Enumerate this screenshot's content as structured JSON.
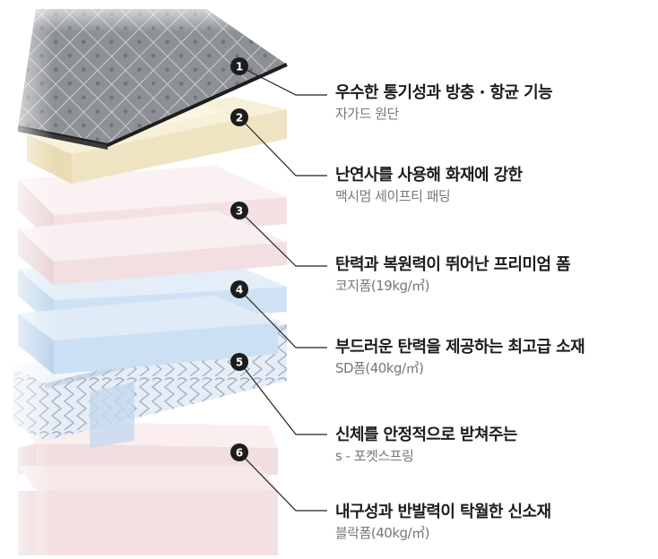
{
  "layers": [
    {
      "number": "1",
      "title": "우수한 통기성과 방충 · 항균 기능",
      "subtitle": "자가드 원단"
    },
    {
      "number": "2",
      "title": "난연사를 사용해 화재에 강한",
      "subtitle": "맥시멈 세이프티 패딩"
    },
    {
      "number": "3",
      "title": "탄력과 복원력이 뛰어난 프리미엄 폼",
      "subtitle": "코지폼(19kg/㎥)"
    },
    {
      "number": "4",
      "title": "부드러운 탄력을 제공하는 최고급 소재",
      "subtitle": "SD폼(40kg/㎥)"
    },
    {
      "number": "5",
      "title": "신체를 안정적으로 받쳐주는",
      "subtitle": "s - 포켓스프링"
    },
    {
      "number": "6",
      "title": "내구성과 반발력이 탁월한 신소재",
      "subtitle": "블락폼(40kg/㎥)"
    }
  ],
  "colors": {
    "jacquard": "#8a8d92",
    "jacquard_edge": "#2a2a2a",
    "padding": "#f6efd6",
    "cozy_foam": "#f4e6e8",
    "sd_foam": "#dbe9f6",
    "spring": "#eef2f8",
    "block_foam": "#f3e2e3",
    "badge": "#1c1c1c",
    "leader": "#222222"
  }
}
